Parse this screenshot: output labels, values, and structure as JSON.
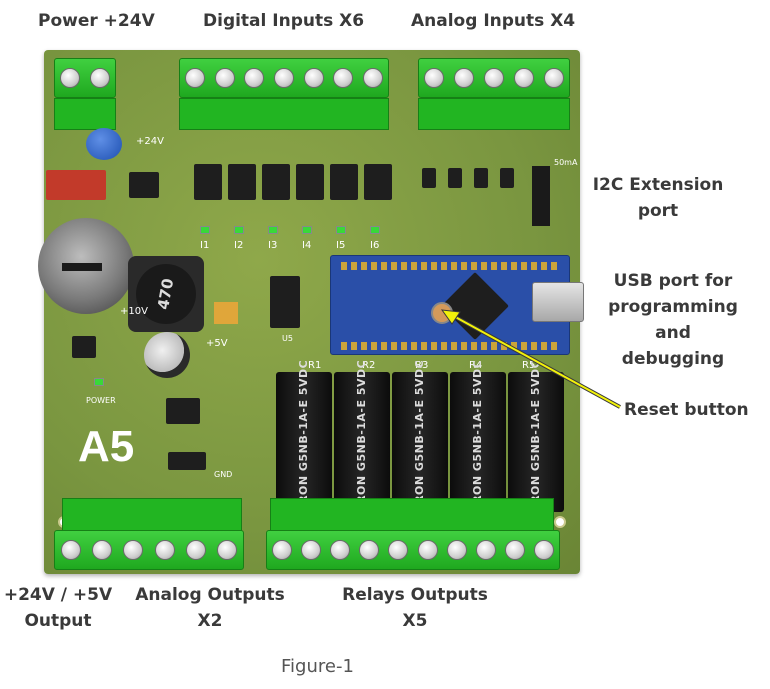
{
  "labels": {
    "power": "Power +24V",
    "digital_inputs": "Digital Inputs X6",
    "analog_inputs": "Analog Inputs X4",
    "i2c_line1": "I2C Extension",
    "i2c_line2": "port",
    "usb_line1": "USB port for",
    "usb_line2": "programming and",
    "usb_line3": "debugging",
    "reset": "Reset button",
    "out_24v_line1": "+24V / +5V",
    "out_24v_line2": "Output",
    "analog_out_line1": "Analog Outputs",
    "analog_out_line2": "X2",
    "relays_line1": "Relays Outputs",
    "relays_line2": "X5"
  },
  "caption": "Figure-1",
  "board": {
    "model": "A5",
    "inductor": "470",
    "ic_u5": "U5",
    "silk_24v": "+24V",
    "silk_10v": "+10V",
    "silk_5v": "+5V",
    "silk_power": "POWER",
    "silk_gnd": "GND",
    "silk_50ma": "50mA",
    "inputs": [
      "I1",
      "I2",
      "I3",
      "I4",
      "I5",
      "I6"
    ],
    "relay_ids": [
      "R1",
      "R2",
      "R3",
      "R4",
      "R5"
    ],
    "relay_marking": "OMRON G5NB-1A-E 5VDC"
  },
  "colors": {
    "board": "#7a9640",
    "terminal": "#2fc12f",
    "arrow": "#f2f20a",
    "nano": "#2a4fa8"
  }
}
